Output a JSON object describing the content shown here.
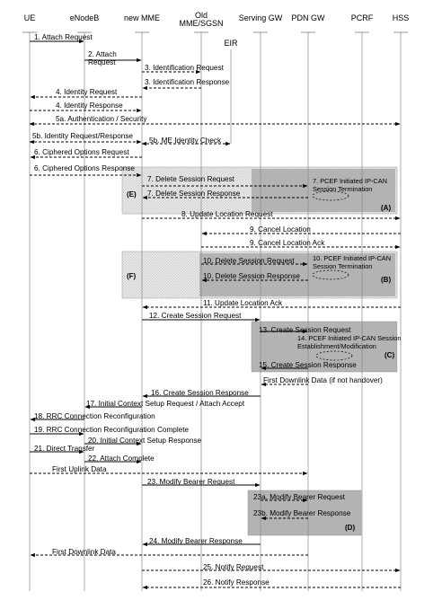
{
  "participants": [
    "UE",
    "eNodeB",
    "new MME",
    "Old\nMME/SGSN",
    "Serving GW",
    "PDN GW",
    "PCRF",
    "HSS"
  ],
  "eir_label": "EIR",
  "colors": {
    "shade_light": "#e6e6e6",
    "shade_dark": "#b3b3b3",
    "line": "#000000",
    "lifeline": "#888888"
  },
  "regions": [
    {
      "tag": "(E)"
    },
    {
      "tag": "(A)",
      "text": "7. PCEF Initiated IP-CAN\nSession Termination"
    },
    {
      "tag": "(F)"
    },
    {
      "tag": "(B)",
      "text": "10. PCEF Initiated IP-CAN\nSession Termination"
    },
    {
      "tag": "(C)",
      "text": "14. PCEF Initiated IP-CAN Session\nEstablishment/Modification"
    },
    {
      "tag": "(D)"
    }
  ],
  "messages": [
    "1. Attach Request",
    "2. Attach\nRequest",
    "3. Identification Request",
    "3. Identification Response",
    "4. Identity Request",
    "4. Identity Response",
    "5a. Authentication / Security",
    "5b. Identity Request/Response",
    "5b. ME Identity Check",
    "6. Ciphered Options Request",
    "6. Ciphered Options Response",
    "7. Delete Session Request",
    "7. Delete Session Response",
    "8. Update Location Request",
    "9. Cancel Location",
    "9. Cancel Location Ack",
    "10. Delete Session Request",
    "10. Delete Session Response",
    "11. Update Location Ack",
    "12. Create Session Request",
    "13. Create Session Request",
    "15. Create Session Response",
    "First Downlink Data (if not handover)",
    "16. Create Session Response",
    "17. Initial Context Setup Request / Attach Accept",
    "18. RRC Connection Reconfiguration",
    "19. RRC Connection Reconfiguration Complete",
    "20. Initial Context Setup Response",
    "21. Direct Transfer",
    "22. Attach Complete",
    "First Uplink Data",
    "23. Modify Bearer Request",
    "23a. Modify Bearer Request",
    "23b. Modify Bearer Response",
    "24. Modify Bearer Response",
    "First Downlink Data",
    "25. Notify Request",
    "26. Notify Response"
  ]
}
